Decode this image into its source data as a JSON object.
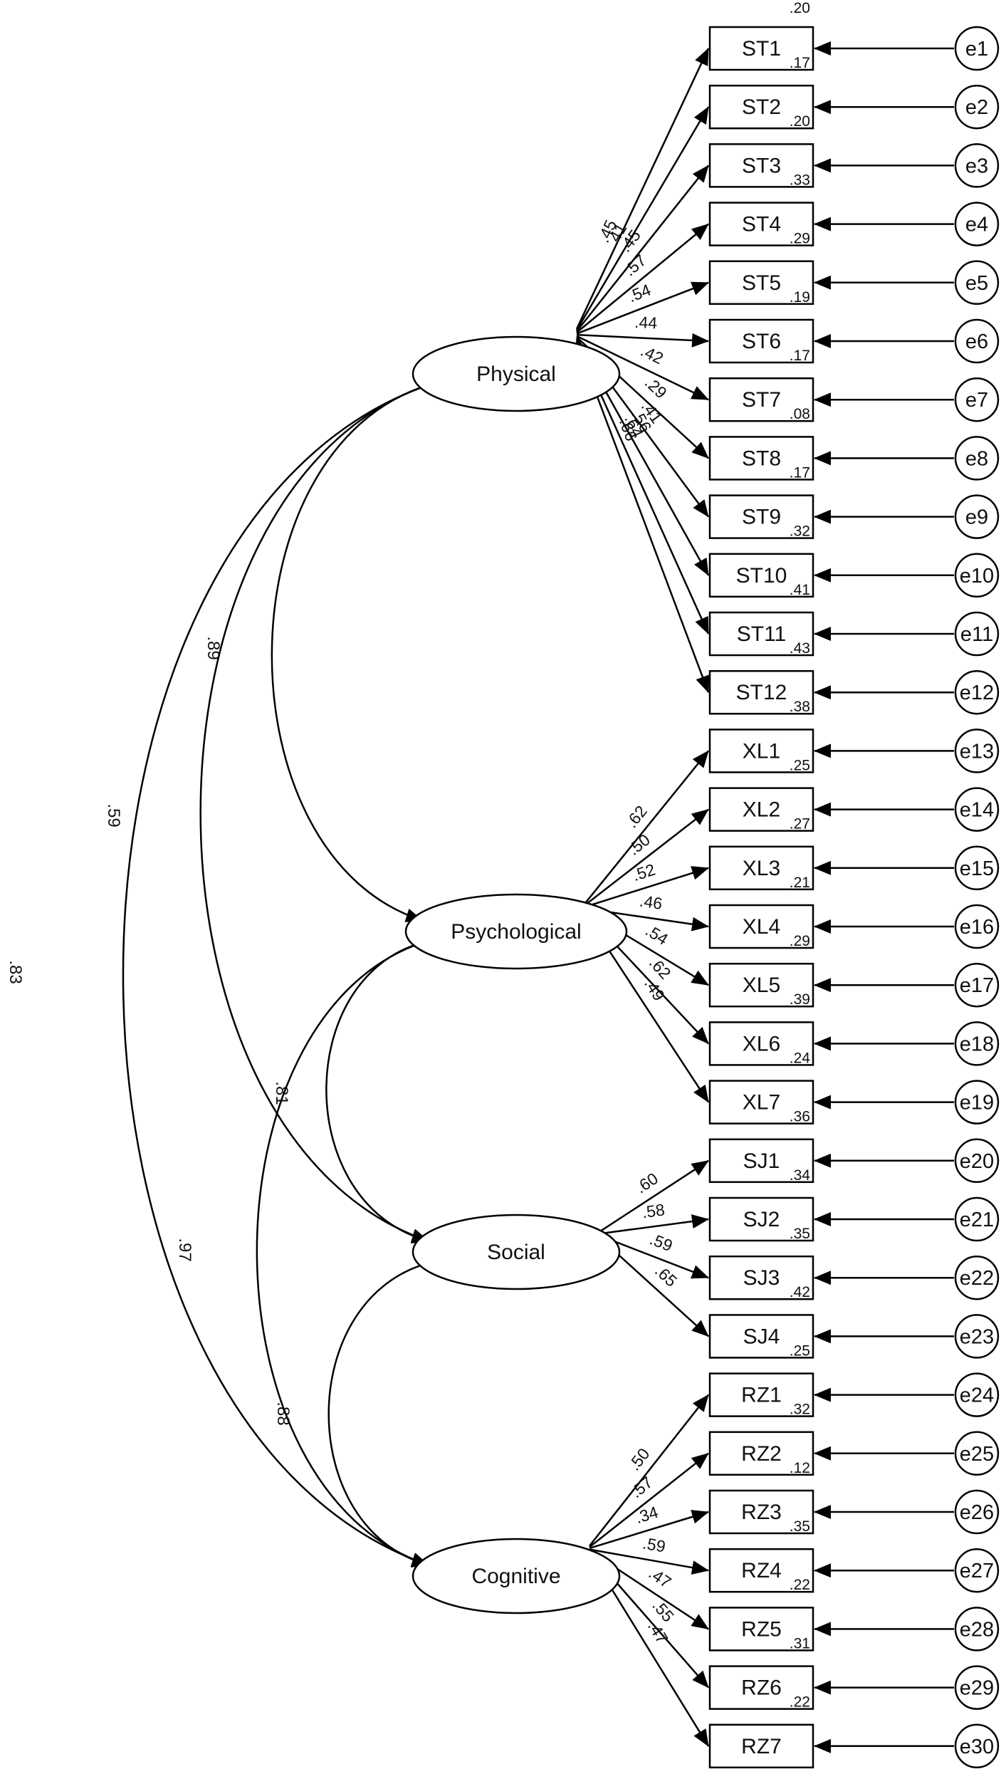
{
  "latents": [
    {
      "id": "phys",
      "label": "Physical"
    },
    {
      "id": "psy",
      "label": "Psychological"
    },
    {
      "id": "soc",
      "label": "Social"
    },
    {
      "id": "cog",
      "label": "Cognitive"
    }
  ],
  "indicators": [
    {
      "label": "ST1",
      "latent": "phys",
      "loading": ".45",
      "r2": ".17",
      "error": "e1"
    },
    {
      "label": "ST2",
      "latent": "phys",
      "loading": ".41",
      "r2": ".20",
      "error": "e2"
    },
    {
      "label": "ST3",
      "latent": "phys",
      "loading": ".45",
      "r2": ".33",
      "error": "e3"
    },
    {
      "label": "ST4",
      "latent": "phys",
      "loading": ".57",
      "r2": ".29",
      "error": "e4"
    },
    {
      "label": "ST5",
      "latent": "phys",
      "loading": ".54",
      "r2": ".19",
      "error": "e5"
    },
    {
      "label": "ST6",
      "latent": "phys",
      "loading": ".44",
      "r2": ".17",
      "error": "e6"
    },
    {
      "label": "ST7",
      "latent": "phys",
      "loading": ".42",
      "r2": ".08",
      "error": "e7"
    },
    {
      "label": "ST8",
      "latent": "phys",
      "loading": ".29",
      "r2": ".17",
      "error": "e8"
    },
    {
      "label": "ST9",
      "latent": "phys",
      "loading": ".41",
      "r2": ".32",
      "error": "e9"
    },
    {
      "label": "ST10",
      "latent": "phys",
      "loading": ".56",
      "r2": ".41",
      "error": "e10"
    },
    {
      "label": "ST11",
      "latent": "phys",
      "loading": ".64",
      "r2": ".43",
      "error": "e11"
    },
    {
      "label": "ST12",
      "latent": "phys",
      "loading": ".66",
      "r2": ".38",
      "error": "e12"
    },
    {
      "label": "XL1",
      "latent": "psy",
      "loading": ".62",
      "r2": ".25",
      "error": "e13"
    },
    {
      "label": "XL2",
      "latent": "psy",
      "loading": ".50",
      "r2": ".27",
      "error": "e14"
    },
    {
      "label": "XL3",
      "latent": "psy",
      "loading": ".52",
      "r2": ".21",
      "error": "e15"
    },
    {
      "label": "XL4",
      "latent": "psy",
      "loading": ".46",
      "r2": ".29",
      "error": "e16"
    },
    {
      "label": "XL5",
      "latent": "psy",
      "loading": ".54",
      "r2": ".39",
      "error": "e17"
    },
    {
      "label": "XL6",
      "latent": "psy",
      "loading": ".62",
      "r2": ".24",
      "error": "e18"
    },
    {
      "label": "XL7",
      "latent": "psy",
      "loading": ".49",
      "r2": ".36",
      "error": "e19"
    },
    {
      "label": "SJ1",
      "latent": "soc",
      "loading": ".60",
      "r2": ".34",
      "error": "e20"
    },
    {
      "label": "SJ2",
      "latent": "soc",
      "loading": ".58",
      "r2": ".35",
      "error": "e21"
    },
    {
      "label": "SJ3",
      "latent": "soc",
      "loading": ".59",
      "r2": ".42",
      "error": "e22"
    },
    {
      "label": "SJ4",
      "latent": "soc",
      "loading": ".65",
      "r2": ".25",
      "error": "e23"
    },
    {
      "label": "RZ1",
      "latent": "cog",
      "loading": ".50",
      "r2": ".32",
      "error": "e24"
    },
    {
      "label": "RZ2",
      "latent": "cog",
      "loading": ".57",
      "r2": ".12",
      "error": "e25"
    },
    {
      "label": "RZ3",
      "latent": "cog",
      "loading": ".34",
      "r2": ".35",
      "error": "e26"
    },
    {
      "label": "RZ4",
      "latent": "cog",
      "loading": ".59",
      "r2": ".22",
      "error": "e27"
    },
    {
      "label": "RZ5",
      "latent": "cog",
      "loading": ".47",
      "r2": ".31",
      "error": "e28"
    },
    {
      "label": "RZ6",
      "latent": "cog",
      "loading": ".55",
      "r2": ".22",
      "error": "e29"
    },
    {
      "label": "RZ7",
      "latent": "cog",
      "loading": ".47",
      "r2": "",
      "error": "e30"
    }
  ],
  "top_r2": ".20",
  "correlations": [
    {
      "from": "phys",
      "to": "psy",
      "value": ".89"
    },
    {
      "from": "phys",
      "to": "soc",
      "value": ".59"
    },
    {
      "from": "phys",
      "to": "cog",
      "value": ".83"
    },
    {
      "from": "psy",
      "to": "soc",
      "value": ".81"
    },
    {
      "from": "psy",
      "to": "cog",
      "value": ".97"
    },
    {
      "from": "soc",
      "to": "cog",
      "value": ".88"
    }
  ]
}
